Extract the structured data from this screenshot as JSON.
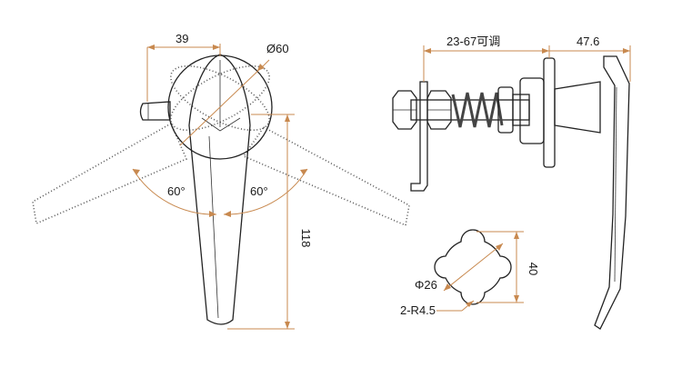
{
  "dimensions": {
    "width_top": "39",
    "diameter": "Ø60",
    "angle_left": "60°",
    "angle_right": "60°",
    "length": "118",
    "adjust_range": "23-67可调",
    "handle_depth": "47.6",
    "hole_diameter": "Φ26",
    "hole_height": "40",
    "radius": "2-R4.5"
  },
  "colors": {
    "dimension_line": "#c8894f",
    "outline": "#222222",
    "metal_light": "#f2f2f2",
    "metal_dark": "#bdbdbd"
  }
}
